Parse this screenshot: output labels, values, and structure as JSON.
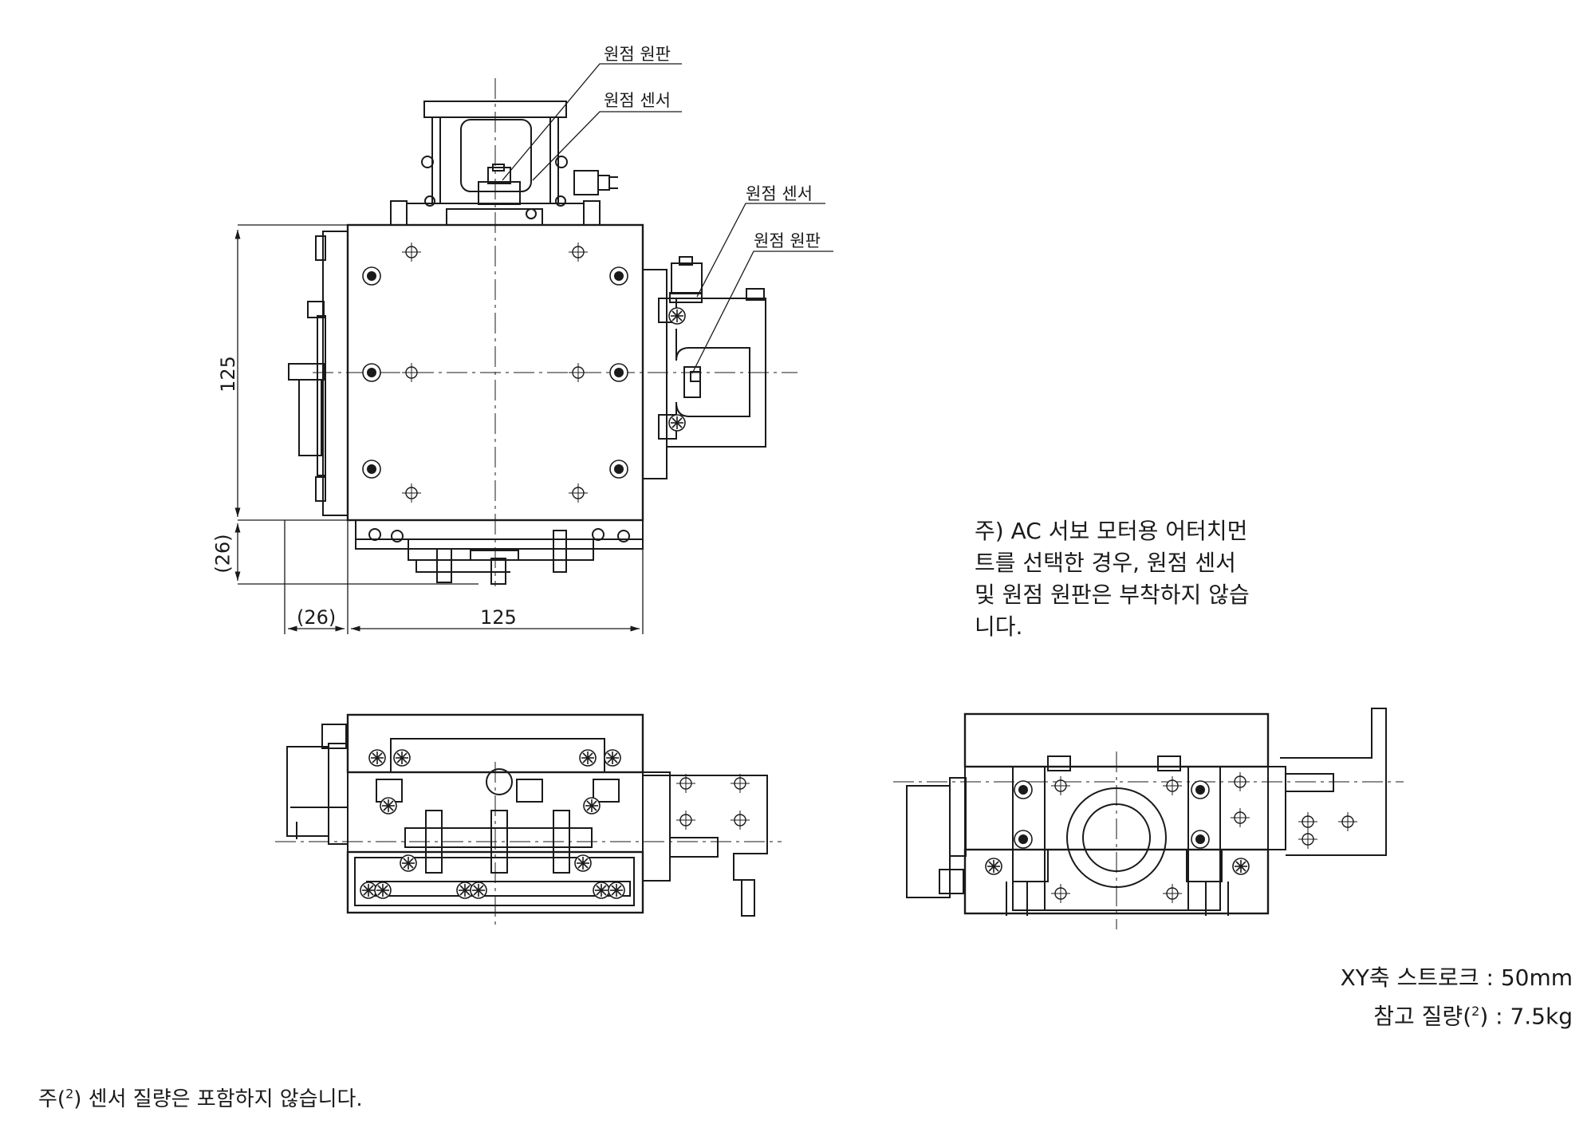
{
  "callouts": {
    "top_origin_disc": "원점 원판",
    "top_origin_sensor": "원점 센서",
    "right_origin_sensor": "원점 센서",
    "right_origin_disc": "원점 원판"
  },
  "dimensions": {
    "vertical_main": "125",
    "vertical_small": "(26)",
    "horizontal_small": "(26)",
    "horizontal_main": "125"
  },
  "note": {
    "line1": "주) AC 서보 모터용 어터치먼",
    "line2": "트를 선택한 경우, 원점 센서",
    "line3": "및 원점 원판은 부착하지 않습",
    "line4": "니다."
  },
  "specs": {
    "stroke": "XY축 스트로크 : 50mm",
    "weight_prefix": "참고 질량(",
    "weight_ref": "2",
    "weight_suffix": ") : 7.5kg"
  },
  "footnote": {
    "prefix": "주(",
    "ref": "2",
    "suffix": ")   센서 질량은 포함하지 않습니다."
  }
}
